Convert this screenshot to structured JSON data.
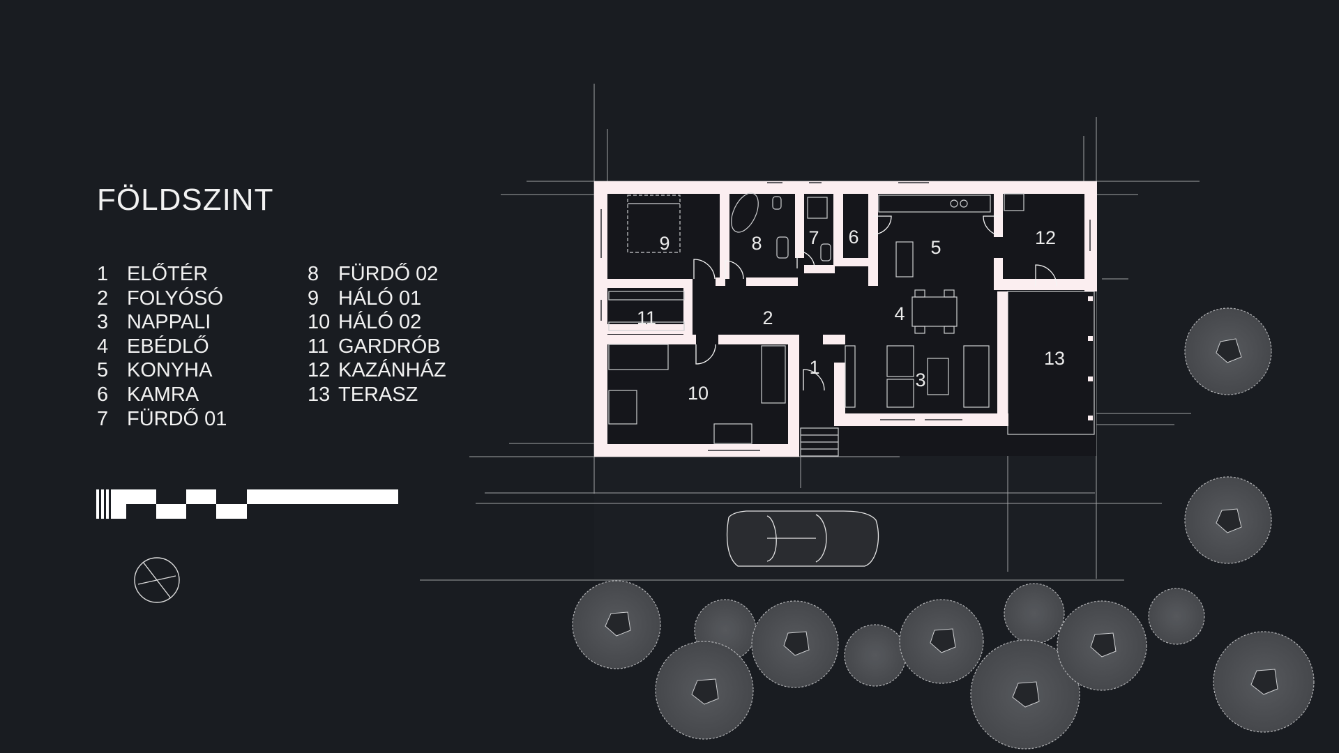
{
  "title": "FÖLDSZINT",
  "legend": {
    "col1": [
      {
        "num": "1",
        "name": "ELŐTÉR"
      },
      {
        "num": "2",
        "name": "FOLYÓSÓ"
      },
      {
        "num": "3",
        "name": "NAPPALI"
      },
      {
        "num": "4",
        "name": "EBÉDLŐ"
      },
      {
        "num": "5",
        "name": "KONYHA"
      },
      {
        "num": "6",
        "name": "KAMRA"
      },
      {
        "num": "7",
        "name": "FÜRDŐ 01"
      }
    ],
    "col2": [
      {
        "num": "8",
        "name": "FÜRDŐ 02"
      },
      {
        "num": "9",
        "name": "HÁLÓ 01"
      },
      {
        "num": "10",
        "name": "HÁLÓ 02"
      },
      {
        "num": "11",
        "name": "GARDRÓB"
      },
      {
        "num": "12",
        "name": "KAZÁNHÁZ"
      },
      {
        "num": "13",
        "name": "TERASZ"
      }
    ]
  },
  "plan": {
    "room_labels": [
      "1",
      "2",
      "3",
      "4",
      "5",
      "6",
      "7",
      "8",
      "9",
      "10",
      "11",
      "12",
      "13"
    ]
  },
  "colors": {
    "background": "#191c21",
    "wall": "#fbeef0",
    "text": "#f2f2f2",
    "tree": "#4b4d51"
  }
}
